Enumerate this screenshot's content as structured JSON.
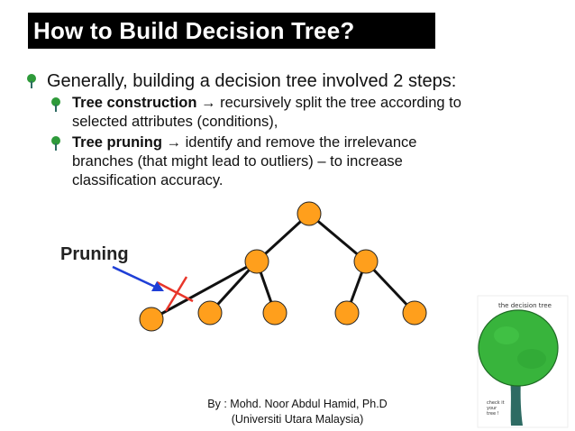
{
  "slide": {
    "title": "How to Build Decision Tree?",
    "bullet_main": "Generally, building a decision tree involved 2 steps:",
    "steps": [
      {
        "term": "Tree construction",
        "arrow": "→",
        "text_line1": " recursively split the tree according to",
        "text_line2": "selected attributes (conditions),"
      },
      {
        "term": "Tree pruning",
        "arrow": "→",
        "text_line1": " identify  and remove the irrelevance",
        "text_line2": "branches (that might lead to outliers) – to increase",
        "text_line3": "classification accuracy."
      }
    ],
    "diagram_label": "Pruning",
    "credit_line1": "By : Mohd. Noor Abdul Hamid, Ph.D",
    "credit_line2": "(Universiti Utara Malaysia)",
    "tree_drawing": {
      "caption": "the decision tree",
      "note": "check it your tree !"
    }
  },
  "colors": {
    "node_fill": "#ff9f1c",
    "edge": "#111111",
    "prune_arrow": "#1f3fd6",
    "prune_cross": "#e8362a",
    "bullet_green": "#2e9a3a",
    "foliage": "#38b43c",
    "trunk": "#2e6b63"
  }
}
